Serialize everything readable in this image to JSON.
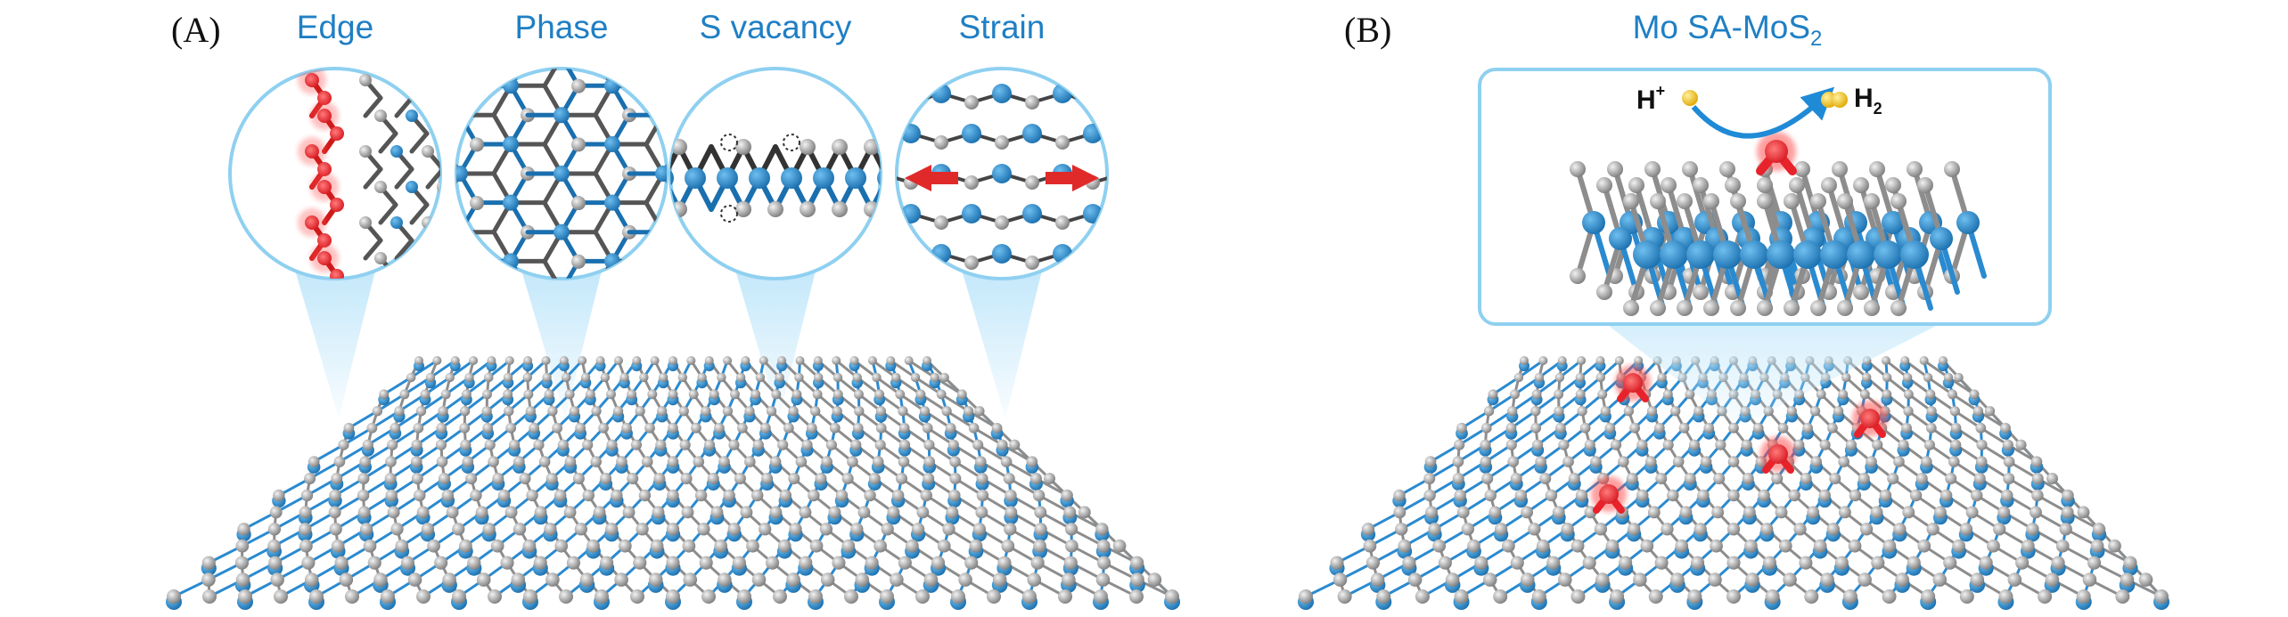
{
  "panels": {
    "a": {
      "label": "(A)",
      "callouts": [
        {
          "title": "Edge",
          "feature": "red-highlighted zigzag edge atoms"
        },
        {
          "title": "Phase",
          "feature": "hexagonal lattice top view"
        },
        {
          "title": "S vacancy",
          "feature": "side view with dashed vacancy circles"
        },
        {
          "title": "Strain",
          "feature": "lattice with red double-headed arrow"
        }
      ]
    },
    "b": {
      "label": "(B)",
      "title_main": "Mo SA-MoS",
      "title_sub": "2",
      "reaction": {
        "reactant": "H",
        "reactant_sup": "+",
        "product": "H",
        "product_sub": "2"
      },
      "single_atom_sites": 4
    }
  },
  "colors": {
    "title_blue": "#1f7fc4",
    "mo_atom": "#2a8ad0",
    "s_atom": "#a8a8a8",
    "highlight_red": "#e8222a",
    "callout_outline": "#8fd0f0",
    "h_atom": "#f2c21a"
  }
}
